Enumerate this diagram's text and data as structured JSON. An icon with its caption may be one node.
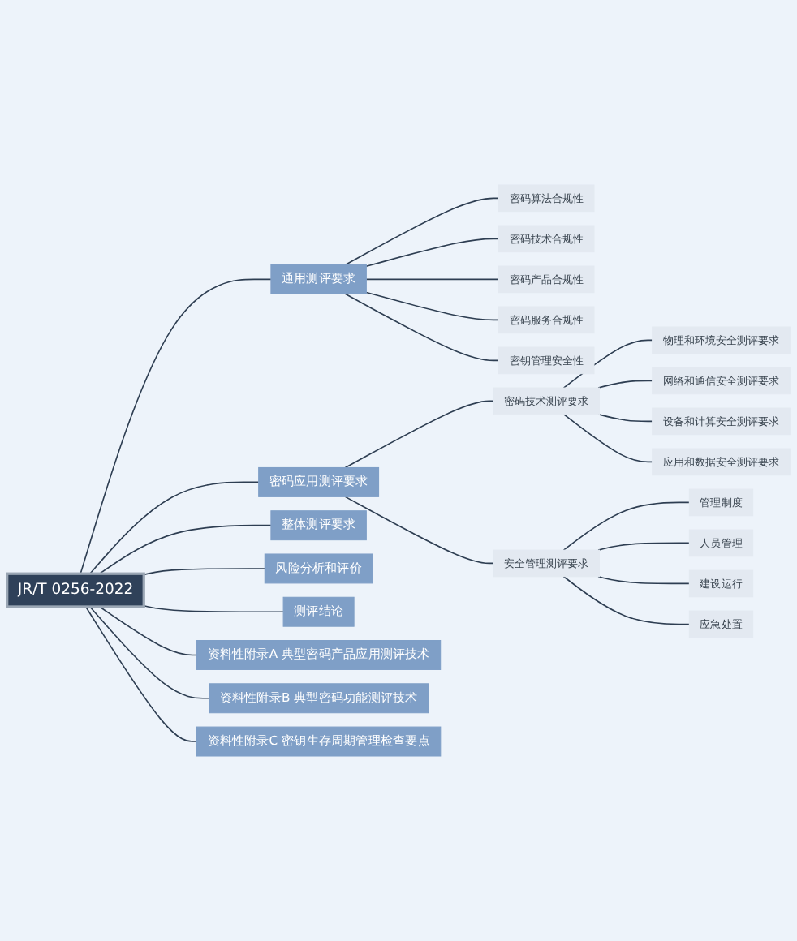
{
  "diagram": {
    "nodes": [
      {
        "text": [
          "JR/T 0256-2022"
        ]
      },
      {
        "text": [
          "通用测评要求"
        ]
      },
      {
        "text": [
          "密码算法合规性"
        ]
      },
      {
        "text": [
          "密码技术合规性"
        ]
      },
      {
        "text": [
          "密码产品合规性"
        ]
      },
      {
        "text": [
          "密码服务合规性"
        ]
      },
      {
        "text": [
          "密钥管理安全性"
        ]
      },
      {
        "text": [
          "密码应用测评要求"
        ]
      },
      {
        "text": [
          "密码技术测评要求"
        ]
      },
      {
        "text": [
          "物理和环境安全测评要求"
        ]
      },
      {
        "text": [
          "网络和通信安全测评要求"
        ]
      },
      {
        "text": [
          "设备和计算安全测评要求"
        ]
      },
      {
        "text": [
          "应用和数据安全测评要求"
        ]
      },
      {
        "text": [
          "安全管理测评要求"
        ]
      },
      {
        "text": [
          "管理制度"
        ]
      },
      {
        "text": [
          "人员管理"
        ]
      },
      {
        "text": [
          "建设运行"
        ]
      },
      {
        "text": [
          "应急处置"
        ]
      },
      {
        "text": [
          "整体测评要求"
        ]
      },
      {
        "text": [
          "风险分析和评价"
        ]
      },
      {
        "text": [
          "测评结论"
        ]
      },
      {
        "text": [
          "资料性附录A 典型密码产品应用测评技术"
        ]
      },
      {
        "text": [
          "资料性附录B 典型密码功能测评技术"
        ]
      },
      {
        "text": [
          "资料性附录C 密钥生存周期管理检查要点"
        ]
      }
    ],
    "edges": [
      {
        "from": 0,
        "to": 1,
        "arrow": "none"
      },
      {
        "from": 1,
        "to": 2,
        "arrow": "none"
      },
      {
        "from": 1,
        "to": 3,
        "arrow": "none"
      },
      {
        "from": 1,
        "to": 4,
        "arrow": "none"
      },
      {
        "from": 1,
        "to": 5,
        "arrow": "none"
      },
      {
        "from": 1,
        "to": 6,
        "arrow": "none"
      },
      {
        "from": 0,
        "to": 7,
        "arrow": "none"
      },
      {
        "from": 7,
        "to": 8,
        "arrow": "none"
      },
      {
        "from": 8,
        "to": 9,
        "arrow": "none"
      },
      {
        "from": 8,
        "to": 10,
        "arrow": "none"
      },
      {
        "from": 8,
        "to": 11,
        "arrow": "none"
      },
      {
        "from": 8,
        "to": 12,
        "arrow": "none"
      },
      {
        "from": 7,
        "to": 13,
        "arrow": "none"
      },
      {
        "from": 13,
        "to": 14,
        "arrow": "none"
      },
      {
        "from": 13,
        "to": 15,
        "arrow": "none"
      },
      {
        "from": 13,
        "to": 16,
        "arrow": "none"
      },
      {
        "from": 13,
        "to": 17,
        "arrow": "none"
      },
      {
        "from": 0,
        "to": 18,
        "arrow": "none"
      },
      {
        "from": 0,
        "to": 19,
        "arrow": "none"
      },
      {
        "from": 0,
        "to": 20,
        "arrow": "none"
      },
      {
        "from": 0,
        "to": 21,
        "arrow": "none"
      },
      {
        "from": 0,
        "to": 22,
        "arrow": "none"
      },
      {
        "from": 0,
        "to": 23,
        "arrow": "none"
      }
    ]
  }
}
